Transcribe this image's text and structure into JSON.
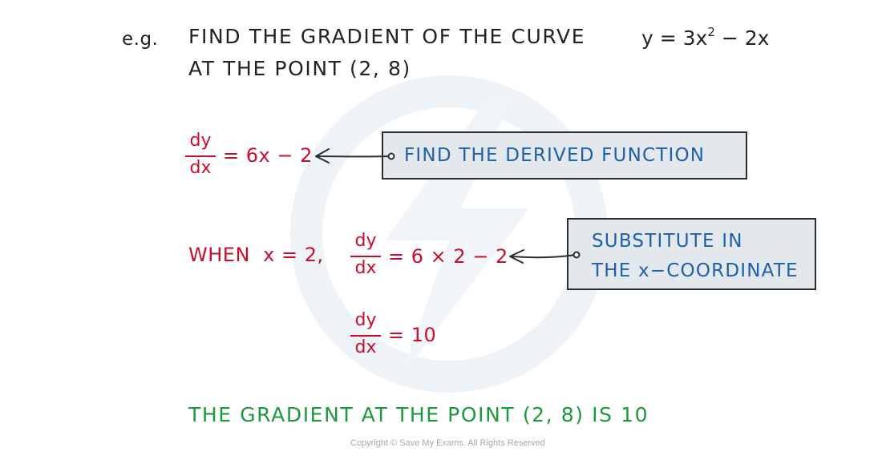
{
  "example": {
    "label": "e.g.",
    "question_line1": "FIND THE GRADIENT OF THE CURVE",
    "curve_y": "y = 3x",
    "curve_exp": "2",
    "curve_rest": " − 2x",
    "question_line2": "AT THE POINT (2, 8)"
  },
  "step1": {
    "frac_num": "dy",
    "frac_den": "dx",
    "equation": "= 6x − 2",
    "annotation": "FIND THE DERIVED FUNCTION"
  },
  "step2": {
    "condition": "WHEN  x = 2,",
    "frac_num": "dy",
    "frac_den": "dx",
    "equation": "= 6 × 2 − 2",
    "annotation_line1": "SUBSTITUTE IN",
    "annotation_line2": "THE x−COORDINATE"
  },
  "step3": {
    "frac_num": "dy",
    "frac_den": "dx",
    "equation": "= 10"
  },
  "conclusion": "THE GRADIENT AT THE POINT (2, 8) IS 10",
  "copyright": "Copyright © Save My Exams. All Rights Reserved",
  "colors": {
    "text": "#1f2326",
    "working": "#c8102e",
    "annotation": "#1f5fa8",
    "answer": "#1a9a3c",
    "box_fill": "#e3e8ed"
  }
}
